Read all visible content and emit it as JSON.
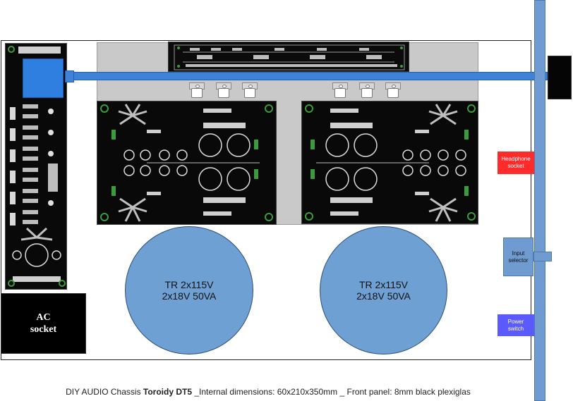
{
  "labels": {
    "ac_socket_line1": "AC",
    "ac_socket_line2": "socket",
    "headphone_line1": "Headphone",
    "headphone_line2": "socket",
    "input_line1": "Input",
    "input_line2": "selector",
    "power_line1": "Power",
    "power_line2": "switch"
  },
  "transformers": [
    {
      "line1": "TR 2x115V",
      "line2": "2x18V 50VA"
    },
    {
      "line1": "TR 2x115V",
      "line2": "2x18V 50VA"
    }
  ],
  "caption": {
    "prefix": "DIY AUDIO Chassis ",
    "model": "Toroidy DT5",
    "suffix": " _Internal dimensions: 60x210x350mm _ Front panel: 8mm black plexiglas"
  },
  "colors": {
    "front_panel": "#6f9bd0",
    "rail": "#3f83d8",
    "toroid": "#6fa0d3",
    "headphone": "#ff2a2a",
    "power": "#5a5aff",
    "pcb": "#090909"
  }
}
